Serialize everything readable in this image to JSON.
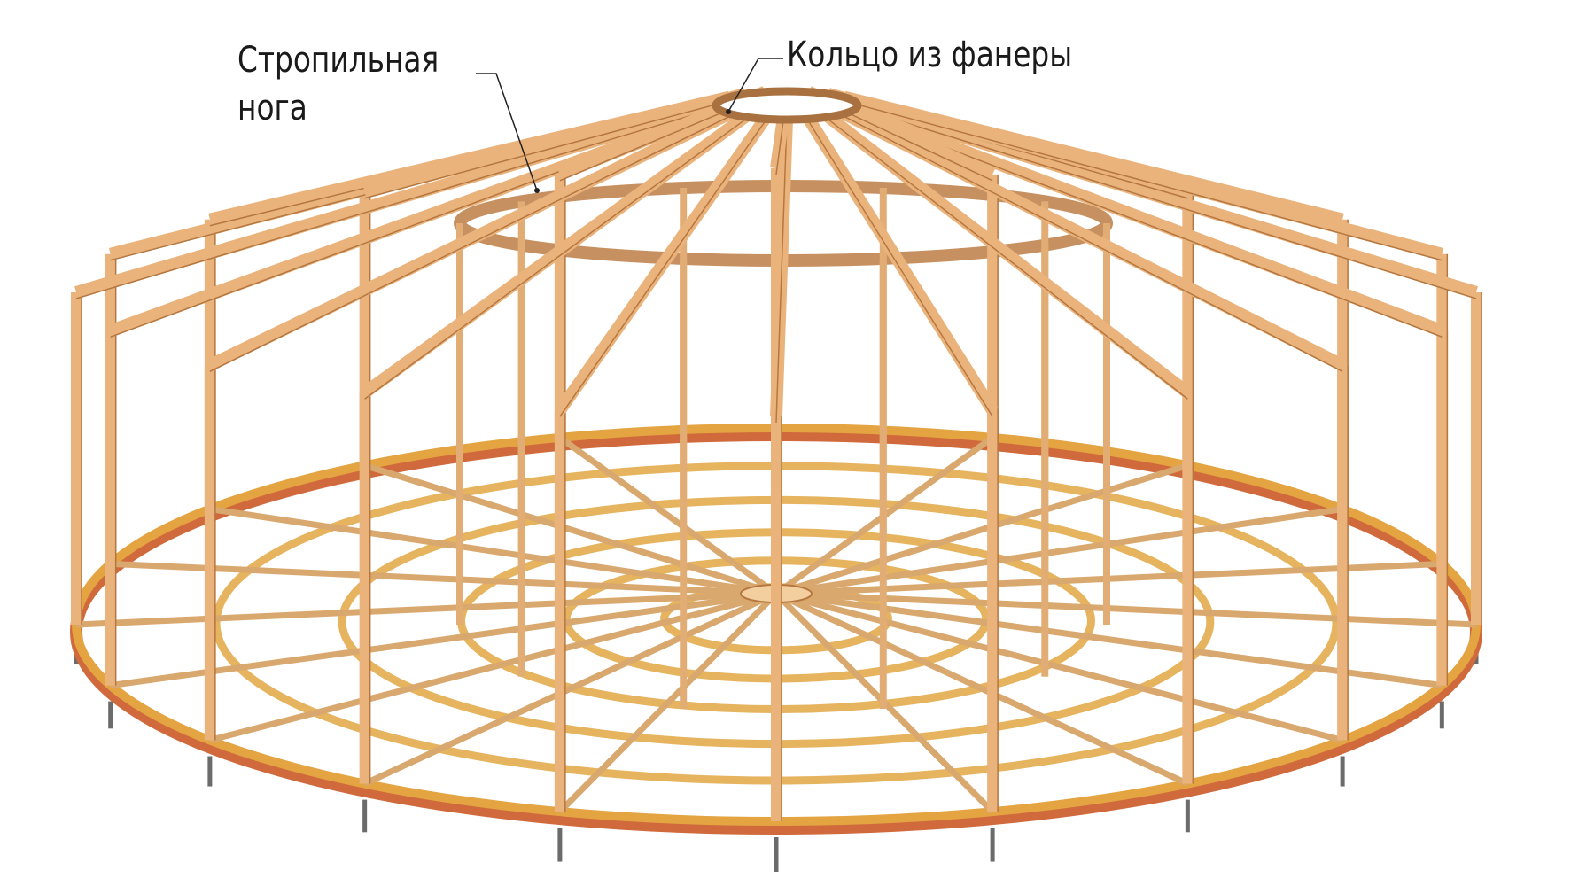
{
  "labels": {
    "rafter_line1": "Стропильная",
    "rafter_line2": "нога",
    "ring": "Кольцо из фанеры"
  },
  "colors": {
    "wood": "#eab37c",
    "wood_edge": "#b5773f",
    "floor_ring": "#e3a441",
    "rim": "#d06a3c",
    "leg": "#6b6b6b",
    "leader": "#222222"
  }
}
